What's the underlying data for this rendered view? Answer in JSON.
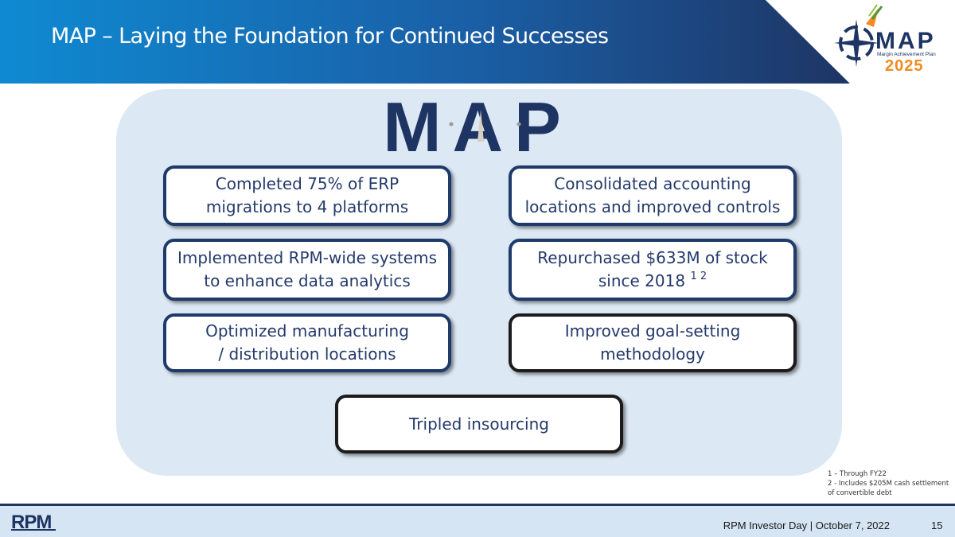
{
  "header": {
    "title": "MAP – Laying the Foundation for Continued Successes"
  },
  "logo": {
    "word": "MAP",
    "tagline": "Margin Achievement Plan",
    "year": "2025",
    "big_word": "MAP"
  },
  "boxes": [
    {
      "line1": "Completed 75% of ERP",
      "line2": "migrations to 4 platforms"
    },
    {
      "line1": "Consolidated accounting",
      "line2": "locations and improved controls"
    },
    {
      "line1": "Implemented RPM-wide systems",
      "line2": "to enhance data analytics"
    },
    {
      "line1": "Repurchased $633M of stock",
      "line2": "since 2018",
      "sup": "1 2"
    },
    {
      "line1": "Optimized manufacturing",
      "line2": "/ distribution locations"
    },
    {
      "line1": "Improved goal-setting",
      "line2": "methodology"
    },
    {
      "line1": "Tripled insourcing"
    }
  ],
  "footnotes": [
    "1 – Through FY22",
    "2 - Includes $205M cash settlement",
    "of convertible debt"
  ],
  "footer": {
    "company_logo": "RPM",
    "event": "RPM Investor Day | October 7, 2022",
    "page": "15"
  },
  "colors": {
    "navy": "#1e3564",
    "blue": "#0f86cf",
    "panel": "#dce8f4",
    "orange": "#f28a1e",
    "green": "#4a9a3f"
  }
}
